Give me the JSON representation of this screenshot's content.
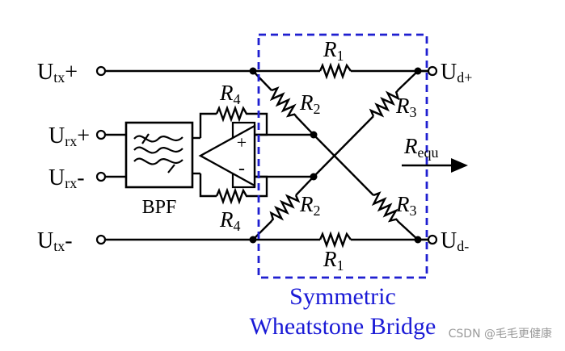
{
  "terminals": {
    "utx_plus": {
      "main": "U",
      "sub": "tx",
      "suffix": "+"
    },
    "urx_plus": {
      "main": "U",
      "sub": "rx",
      "suffix": "+"
    },
    "urx_minus": {
      "main": "U",
      "sub": "rx",
      "suffix": "-"
    },
    "utx_minus": {
      "main": "U",
      "sub": "tx",
      "suffix": "-"
    },
    "ud_plus": {
      "main": "U",
      "sub": "d+"
    },
    "ud_minus": {
      "main": "U",
      "sub": "d-"
    }
  },
  "resistors": {
    "r1_top": {
      "main": "R",
      "sub": "1"
    },
    "r1_bottom": {
      "main": "R",
      "sub": "1"
    },
    "r2_top": {
      "main": "R",
      "sub": "2"
    },
    "r2_bottom": {
      "main": "R",
      "sub": "2"
    },
    "r3_top": {
      "main": "R",
      "sub": "3"
    },
    "r3_bottom": {
      "main": "R",
      "sub": "3"
    },
    "r4_top": {
      "main": "R",
      "sub": "4"
    },
    "r4_bottom": {
      "main": "R",
      "sub": "4"
    }
  },
  "req": {
    "main": "R",
    "sub": "equ"
  },
  "bpf_label": "BPF",
  "opamp": {
    "plus": "+",
    "minus": "-"
  },
  "bridge_caption": {
    "line1": "Symmetric",
    "line2": "Wheatstone Bridge"
  },
  "watermark": "CSDN @毛毛更健康",
  "colors": {
    "bridge_box": "#1f1fd0",
    "caption": "#1a1ad6",
    "lines": "#000000"
  }
}
